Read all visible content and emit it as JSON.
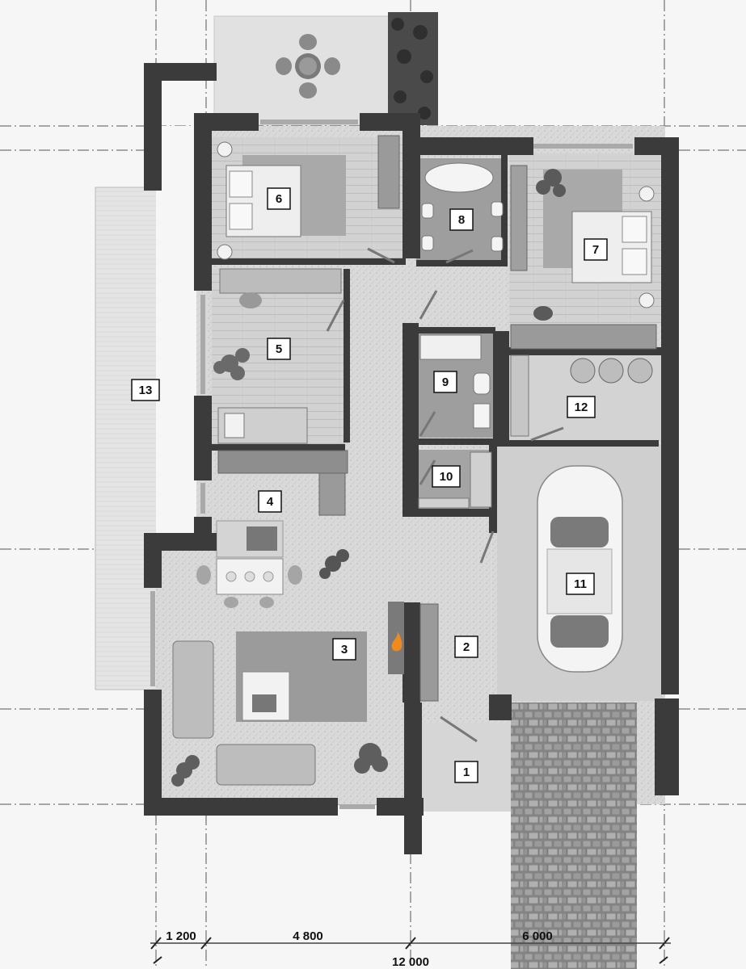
{
  "rooms": [
    {
      "id": "1",
      "label": "1"
    },
    {
      "id": "2",
      "label": "2"
    },
    {
      "id": "3",
      "label": "3"
    },
    {
      "id": "4",
      "label": "4"
    },
    {
      "id": "5",
      "label": "5"
    },
    {
      "id": "6",
      "label": "6"
    },
    {
      "id": "7",
      "label": "7"
    },
    {
      "id": "8",
      "label": "8"
    },
    {
      "id": "9",
      "label": "9"
    },
    {
      "id": "10",
      "label": "10"
    },
    {
      "id": "11",
      "label": "11"
    },
    {
      "id": "12",
      "label": "12"
    },
    {
      "id": "13",
      "label": "13"
    }
  ],
  "dimensions": {
    "segment_1": "1 200",
    "segment_2": "4 800",
    "segment_3": "6 000",
    "total": "12 000"
  },
  "colors": {
    "wall": "#3b3b3b",
    "floor": "#dcdcdc",
    "terrace": "#e6e6e6",
    "fire": "#f08a1c",
    "paving": "#8a8a8a"
  }
}
